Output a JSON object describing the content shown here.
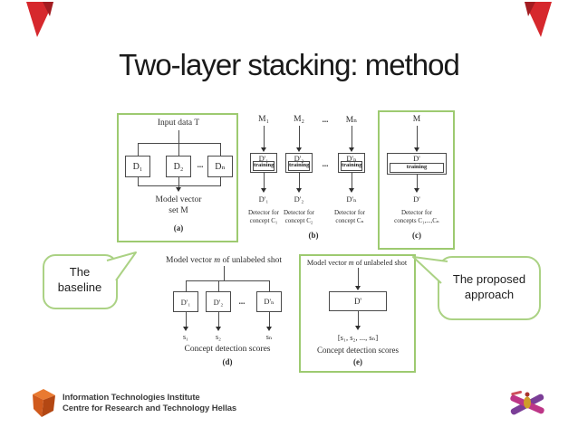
{
  "title": "Two-layer stacking: method",
  "colors": {
    "panel_border_green": "#9dca70",
    "bubble_border_green": "#abd284",
    "ribbon_red": "#d6282d",
    "logo_orange": "#d05a1d",
    "star_magenta": "#bd3687",
    "star_purple": "#7b3e97"
  },
  "figure": {
    "panel_a": {
      "header": "Input data T",
      "boxes": [
        "D₁",
        "D₂",
        "Dₙ"
      ],
      "dots": "...",
      "footer": "Model vector\nset M",
      "tag": "(a)"
    },
    "panel_b": {
      "inputs": [
        "M₁",
        "M₂",
        "Mₙ"
      ],
      "dots": "...",
      "box_labels": [
        "D'₁",
        "D'₂",
        "D'ₙ"
      ],
      "train_label": "training",
      "outputs": [
        "D'₁",
        "D'₂",
        "D'ₙ"
      ],
      "captions": [
        "Detector for\nconcept C₁",
        "Detector for\nconcept C₂",
        "Detector for\nconcept Cₙ"
      ],
      "tag": "(b)"
    },
    "panel_c": {
      "input": "M",
      "box_label": "D'",
      "train_label": "training",
      "output": "D'",
      "caption": "Detector for\nconcepts C₁,...,Cₙ",
      "tag": "(c)"
    },
    "panel_d": {
      "header_parts": [
        "Model vector ",
        "m",
        " of unlabeled shot"
      ],
      "boxes": [
        "D'₁",
        "D'₂",
        "D'ₙ"
      ],
      "dots": "...",
      "scores": [
        "s₁",
        "s₂",
        "sₙ"
      ],
      "caption": "Concept detection scores",
      "tag": "(d)"
    },
    "panel_e": {
      "header_parts": [
        "Model vector ",
        "m",
        " of unlabeled shot"
      ],
      "box": "D'",
      "scores": "[s₁, s₂, ..., sₙ]",
      "caption": "Concept detection scores",
      "tag": "(e)"
    }
  },
  "bubbles": {
    "left": "The\nbaseline",
    "right": "The proposed\napproach"
  },
  "footer": {
    "line1": "Information Technologies Institute",
    "line2": "Centre for Research and Technology Hellas"
  }
}
